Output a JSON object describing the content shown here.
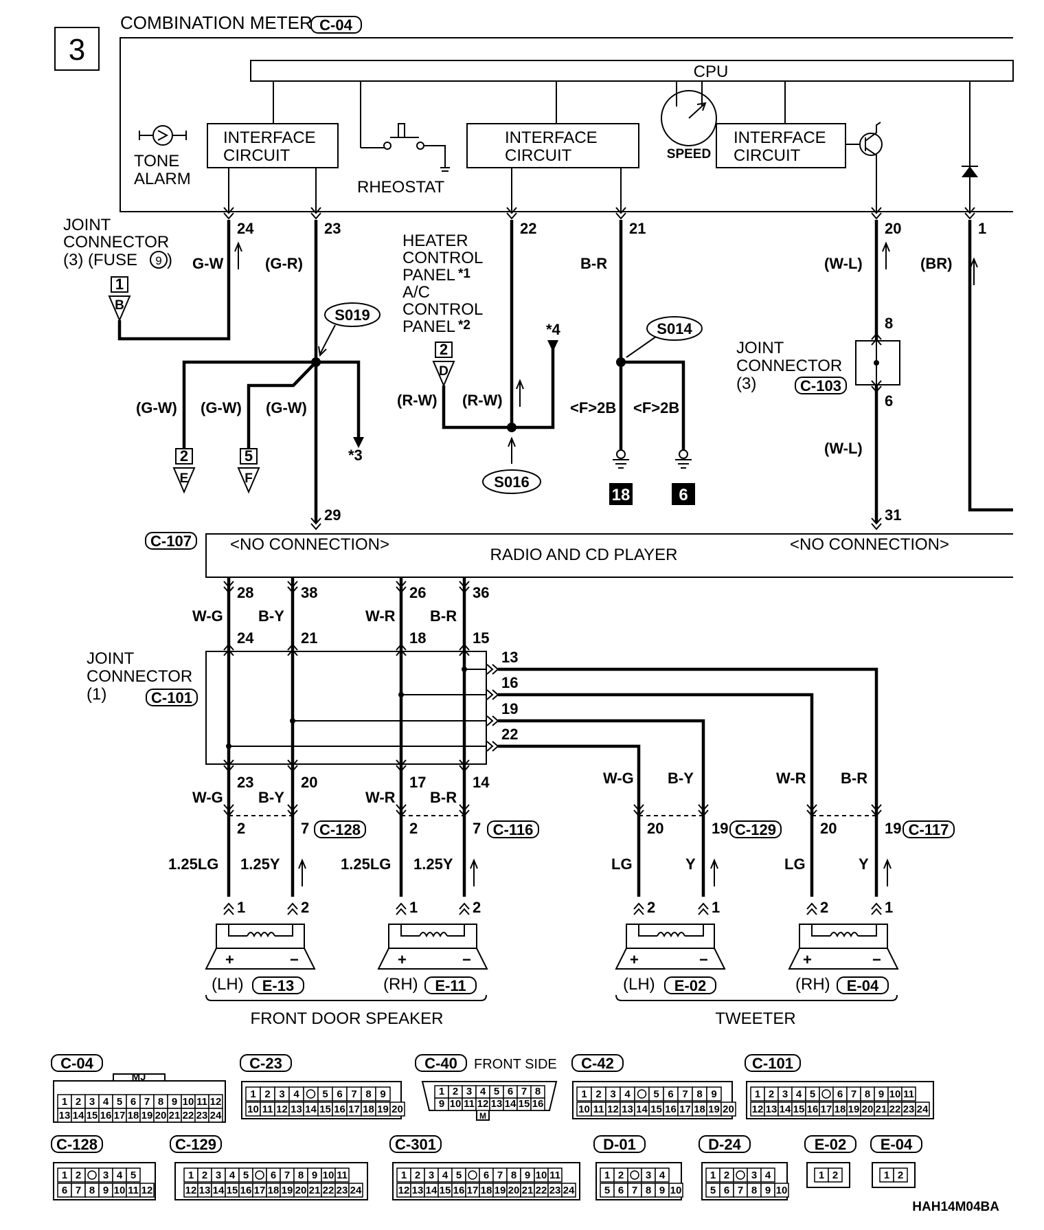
{
  "page_number": "3",
  "combination_meter": {
    "title": "COMBINATION METER",
    "connector": "C-04",
    "cpu": "CPU",
    "interface_1": [
      "INTERFACE",
      "CIRCUIT"
    ],
    "interface_2": [
      "INTERFACE",
      "CIRCUIT"
    ],
    "interface_3": [
      "INTERFACE",
      "CIRCUIT"
    ],
    "tone_alarm": [
      "TONE",
      "ALARM"
    ],
    "rheostat": "RHEOSTAT",
    "speed": "SPEED"
  },
  "pins_meter": [
    "24",
    "23",
    "22",
    "21",
    "20",
    "1"
  ],
  "wire_colors_meter": [
    "G-W",
    "(G-R)",
    "B-R",
    "(W-L)",
    "(BR)"
  ],
  "joint_connector_fuse": {
    "lines": [
      "JOINT",
      "CONNECTOR",
      "(3)   (FUSE",
      ")"
    ],
    "fuse_num": "9",
    "box": "1",
    "letter": "B"
  },
  "heater_panel": {
    "lines": [
      "HEATER",
      "CONTROL",
      "PANEL",
      "A/C",
      "CONTROL",
      "PANEL"
    ],
    "note1": "*1",
    "note2": "*2"
  },
  "splices": {
    "s019": "S019",
    "s014": "S014",
    "s016": "S016"
  },
  "branch_colors": [
    "(G-W)",
    "(G-W)",
    "(G-W)",
    "(R-W)",
    "(R-W)",
    "<F>2B",
    "<F>2B"
  ],
  "off_page": [
    {
      "box": "2",
      "letter": "E"
    },
    {
      "box": "5",
      "letter": "F"
    },
    {
      "box": "2",
      "letter": "D"
    }
  ],
  "notes": {
    "n3": "*3",
    "n4": "*4"
  },
  "grounds": [
    "18",
    "6"
  ],
  "joint_connector_103": {
    "lines": [
      "JOINT",
      "CONNECTOR",
      "(3)"
    ],
    "connector": "C-103",
    "pin_top": "8",
    "pin_bottom": "6",
    "wire": "(W-L)"
  },
  "radio": {
    "connector": "C-107",
    "title": "RADIO AND CD PLAYER",
    "nc_left": "<NO CONNECTION>",
    "nc_right": "<NO CONNECTION>",
    "pin_29": "29",
    "pin_31": "31"
  },
  "radio_pins": [
    "28",
    "38",
    "26",
    "36"
  ],
  "radio_wire_colors": [
    "W-G",
    "B-Y",
    "W-R",
    "B-R"
  ],
  "joint_101": {
    "lines": [
      "JOINT",
      "CONNECTOR",
      "(1)"
    ],
    "connector": "C-101",
    "pins_top": [
      "24",
      "21",
      "18",
      "15"
    ],
    "pins_right": [
      "13",
      "16",
      "19",
      "22"
    ],
    "pins_bottom": [
      "23",
      "20",
      "17",
      "14"
    ]
  },
  "lower_wire_colors": [
    "W-G",
    "B-Y",
    "W-R",
    "B-R",
    "W-G",
    "B-Y",
    "W-R",
    "B-R"
  ],
  "c128": {
    "connector": "C-128",
    "pins": [
      "2",
      "7"
    ]
  },
  "c116": {
    "connector": "C-116",
    "pins": [
      "2",
      "7"
    ]
  },
  "c129": {
    "connector": "C-129",
    "pins": [
      "20",
      "19"
    ]
  },
  "c117": {
    "connector": "C-117",
    "pins": [
      "20",
      "19"
    ]
  },
  "wire_sizes": [
    "1.25LG",
    "1.25Y",
    "1.25LG",
    "1.25Y",
    "LG",
    "Y",
    "LG",
    "Y"
  ],
  "speaker_pins": [
    "1",
    "2",
    "1",
    "2",
    "2",
    "1",
    "2",
    "1"
  ],
  "speakers": [
    {
      "side": "(LH)",
      "connector": "E-13"
    },
    {
      "side": "(RH)",
      "connector": "E-11"
    },
    {
      "side": "(LH)",
      "connector": "E-02"
    },
    {
      "side": "(RH)",
      "connector": "E-04"
    }
  ],
  "groups": {
    "front_door": "FRONT DOOR SPEAKER",
    "tweeter": "TWEETER"
  },
  "connector_views": {
    "c04": {
      "label": "C-04",
      "mj": "MJ",
      "row1": [
        "1",
        "2",
        "3",
        "4",
        "5",
        "6",
        "7",
        "8",
        "9",
        "10",
        "11",
        "12"
      ],
      "row2": [
        "13",
        "14",
        "15",
        "16",
        "17",
        "18",
        "19",
        "20",
        "21",
        "22",
        "23",
        "24"
      ]
    },
    "c23": {
      "label": "C-23",
      "row1": [
        "1",
        "2",
        "3",
        "4",
        "",
        "5",
        "6",
        "7",
        "8",
        "9"
      ],
      "row2": [
        "10",
        "11",
        "12",
        "13",
        "14",
        "15",
        "16",
        "17",
        "18",
        "19",
        "20"
      ]
    },
    "c40": {
      "label": "C-40",
      "caption": "FRONT SIDE",
      "row1": [
        "1",
        "2",
        "3",
        "4",
        "5",
        "6",
        "7",
        "8"
      ],
      "row2": [
        "9",
        "10",
        "11",
        "12",
        "13",
        "14",
        "15",
        "16"
      ],
      "key": "M"
    },
    "c42": {
      "label": "C-42",
      "row1": [
        "1",
        "2",
        "3",
        "4",
        "",
        "5",
        "6",
        "7",
        "8",
        "9"
      ],
      "row2": [
        "10",
        "11",
        "12",
        "13",
        "14",
        "15",
        "16",
        "17",
        "18",
        "19",
        "20"
      ]
    },
    "c101": {
      "label": "C-101",
      "row1": [
        "1",
        "2",
        "3",
        "4",
        "5",
        "",
        "6",
        "7",
        "8",
        "9",
        "10",
        "11"
      ],
      "row2": [
        "12",
        "13",
        "14",
        "15",
        "16",
        "17",
        "18",
        "19",
        "20",
        "21",
        "22",
        "23",
        "24"
      ]
    },
    "c128": {
      "label": "C-128",
      "row1": [
        "1",
        "2",
        "",
        "3",
        "4",
        "5"
      ],
      "row2": [
        "6",
        "7",
        "8",
        "9",
        "10",
        "11",
        "12"
      ]
    },
    "c129": {
      "label": "C-129",
      "row1": [
        "1",
        "2",
        "3",
        "4",
        "5",
        "",
        "6",
        "7",
        "8",
        "9",
        "10",
        "11"
      ],
      "row2": [
        "12",
        "13",
        "14",
        "15",
        "16",
        "17",
        "18",
        "19",
        "20",
        "21",
        "22",
        "23",
        "24"
      ]
    },
    "c301": {
      "label": "C-301",
      "row1": [
        "1",
        "2",
        "3",
        "4",
        "5",
        "",
        "6",
        "7",
        "8",
        "9",
        "10",
        "11"
      ],
      "row2": [
        "12",
        "13",
        "14",
        "15",
        "16",
        "17",
        "18",
        "19",
        "20",
        "21",
        "22",
        "23",
        "24"
      ]
    },
    "d01": {
      "label": "D-01",
      "row1": [
        "1",
        "2",
        "",
        "3",
        "4"
      ],
      "row2": [
        "5",
        "6",
        "7",
        "8",
        "9",
        "10"
      ]
    },
    "d24": {
      "label": "D-24",
      "row1": [
        "1",
        "2",
        "",
        "3",
        "4"
      ],
      "row2": [
        "5",
        "6",
        "7",
        "8",
        "9",
        "10"
      ]
    },
    "e02": {
      "label": "E-02",
      "row1": [
        "1",
        "2"
      ]
    },
    "e04": {
      "label": "E-04",
      "row1": [
        "1",
        "2"
      ]
    }
  },
  "figure_code": "HAH14M04BA"
}
